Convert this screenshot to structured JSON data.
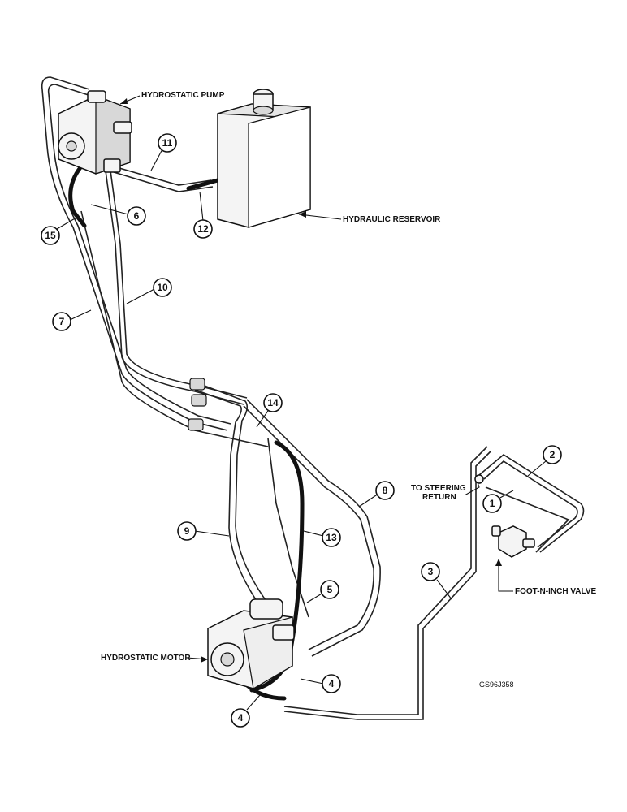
{
  "labels": {
    "hydrostatic_pump": "HYDROSTATIC PUMP",
    "hydraulic_reservoir": "HYDRAULIC RESERVOIR",
    "hydrostatic_motor": "HYDROSTATIC MOTOR",
    "foot_n_inch_valve": "FOOT-N-INCH VALVE",
    "to_steering_line1": "TO STEERING",
    "to_steering_line2": "RETURN",
    "drawing_code": "GS96J358"
  },
  "callouts": [
    "1",
    "2",
    "3",
    "4",
    "4",
    "5",
    "6",
    "7",
    "8",
    "9",
    "10",
    "11",
    "12",
    "13",
    "14",
    "15"
  ]
}
